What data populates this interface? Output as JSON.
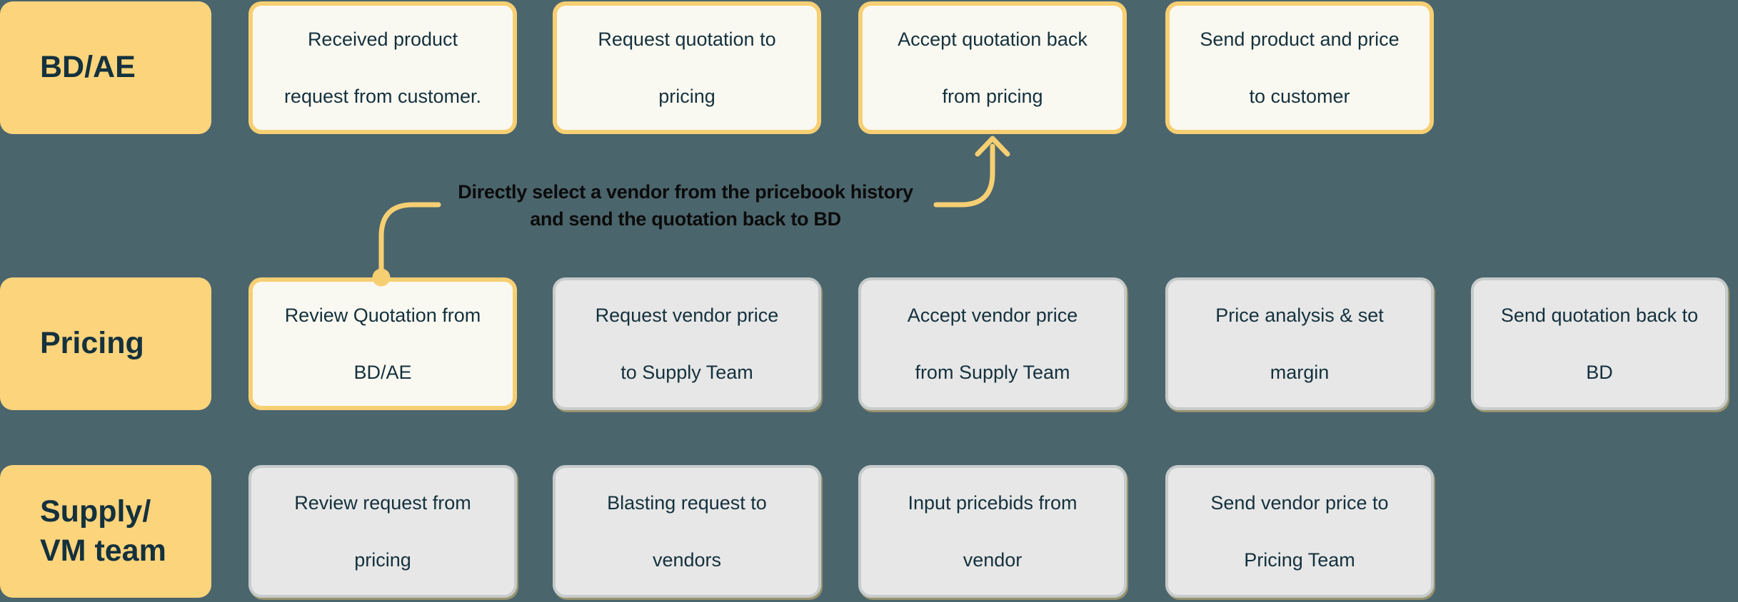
{
  "colors": {
    "background": "#4B656C",
    "lane_label_fill": "#FCD47C",
    "highlight_card_fill": "#FAF9F1",
    "highlight_card_border": "#F7CF73",
    "default_card_fill": "#E7E7E7",
    "default_card_border": "#C7CBCB",
    "text_navy": "#14313D",
    "annotation_text": "#0B0B0B",
    "connector_yellow": "#F6CF73"
  },
  "annotation": {
    "lines": [
      "Directly select a vendor from the pricebook history",
      "and send the quotation back to BD"
    ]
  },
  "lanes": [
    {
      "label_lines": [
        "BD/AE"
      ],
      "cards": [
        {
          "style": "highlight",
          "lines": [
            "Received product",
            "request from customer."
          ]
        },
        {
          "style": "highlight",
          "lines": [
            "Request quotation to",
            "pricing"
          ]
        },
        {
          "style": "highlight",
          "lines": [
            "Accept quotation back",
            "from pricing"
          ]
        },
        {
          "style": "highlight",
          "lines": [
            "Send product and price",
            "to customer"
          ]
        }
      ]
    },
    {
      "label_lines": [
        "Pricing"
      ],
      "cards": [
        {
          "style": "highlight",
          "lines": [
            "Review Quotation from",
            "BD/AE"
          ]
        },
        {
          "style": "default",
          "lines": [
            "Request vendor price",
            "to Supply Team"
          ]
        },
        {
          "style": "default",
          "lines": [
            "Accept vendor price",
            "from Supply Team"
          ]
        },
        {
          "style": "default",
          "lines": [
            "Price analysis & set",
            "margin"
          ]
        },
        {
          "style": "default",
          "lines": [
            "Send quotation back to",
            "BD"
          ]
        }
      ]
    },
    {
      "label_lines": [
        "Supply/",
        "VM team"
      ],
      "cards": [
        {
          "style": "default",
          "lines": [
            "Review request from",
            "pricing"
          ]
        },
        {
          "style": "default",
          "lines": [
            "Blasting request to",
            "vendors"
          ]
        },
        {
          "style": "default",
          "lines": [
            "Input pricebids from",
            "vendor"
          ]
        },
        {
          "style": "default",
          "lines": [
            "Send vendor price to",
            "Pricing Team"
          ]
        }
      ]
    }
  ]
}
